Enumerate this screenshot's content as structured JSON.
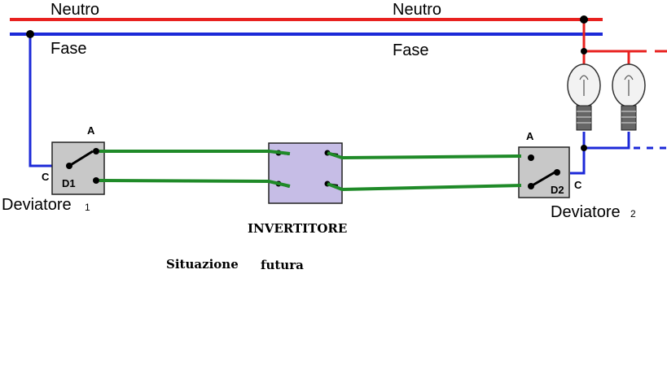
{
  "labels": {
    "neutro_left": "Neutro",
    "neutro_right": "Neutro",
    "fase_left": "Fase",
    "fase_right": "Fase",
    "deviatore1_name": "Deviatore",
    "deviatore1_num": "1",
    "deviatore2_name": "Deviatore",
    "deviatore2_num": "2",
    "invertitore": "INVERTITORE",
    "situazione_a": "Situazione",
    "situazione_b": "futura"
  },
  "switch1": {
    "term_a": "A",
    "term_c": "C",
    "id": "D1"
  },
  "switch2": {
    "term_a": "A",
    "term_c": "C",
    "id": "D2"
  },
  "colors": {
    "neutro": "#e8211f",
    "fase": "#1c29d8",
    "traveler": "#1f8a28",
    "invertitore_fill": "#c6bde6",
    "box_fill": "#c8c8c8"
  }
}
